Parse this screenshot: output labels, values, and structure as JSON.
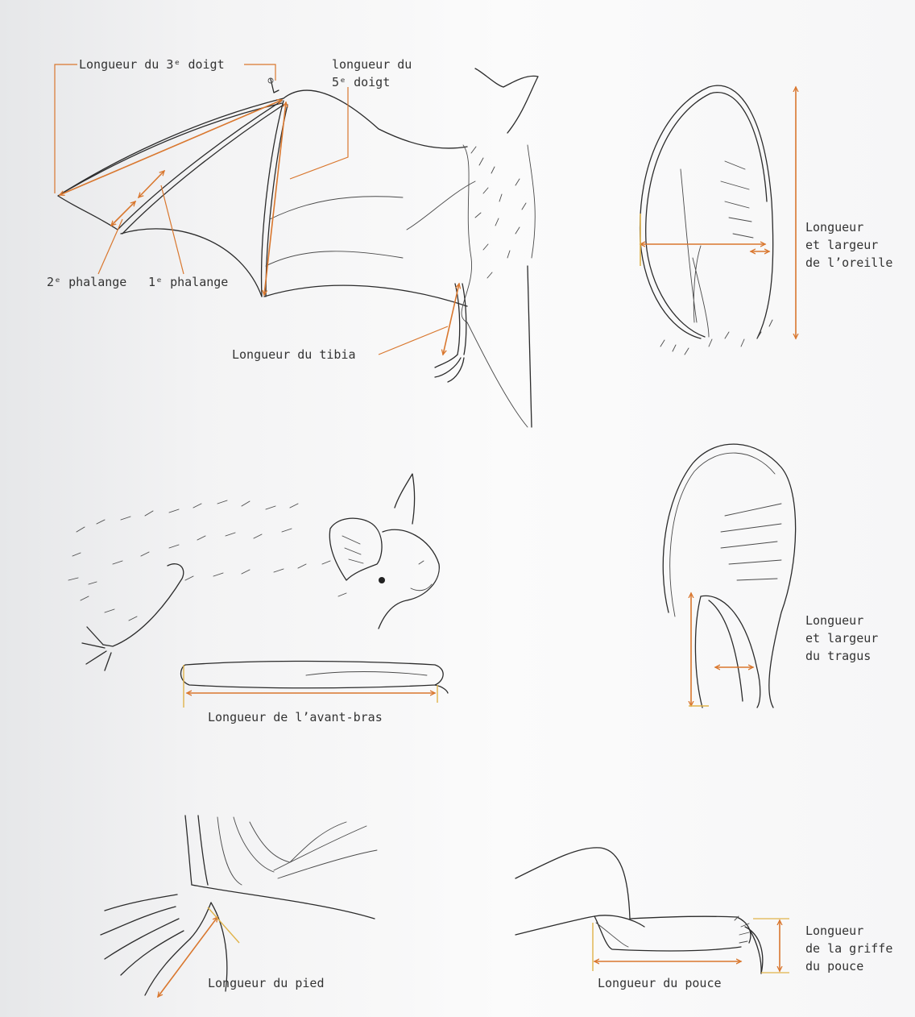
{
  "labels": {
    "third_finger": "Longueur du 3ᵉ doigt",
    "fifth_finger": [
      "longueur du",
      "5ᵉ doigt"
    ],
    "phalange2": "2ᵉ phalange",
    "phalange1": "1ᵉ phalange",
    "tibia": "Longueur du tibia",
    "ear": [
      "Longueur",
      "et largeur",
      "de l’oreille"
    ],
    "tragus": [
      "Longueur",
      "et largeur",
      "du tragus"
    ],
    "forearm": "Longueur de l’avant-bras",
    "foot": "Longueur du pied",
    "thumb": "Longueur du pouce",
    "thumb_claw": [
      "Longueur",
      "de la griffe",
      "du pouce"
    ]
  },
  "colors": {
    "measure": "#d9772e",
    "ink": "#2b2b2b",
    "text": "#333333"
  }
}
